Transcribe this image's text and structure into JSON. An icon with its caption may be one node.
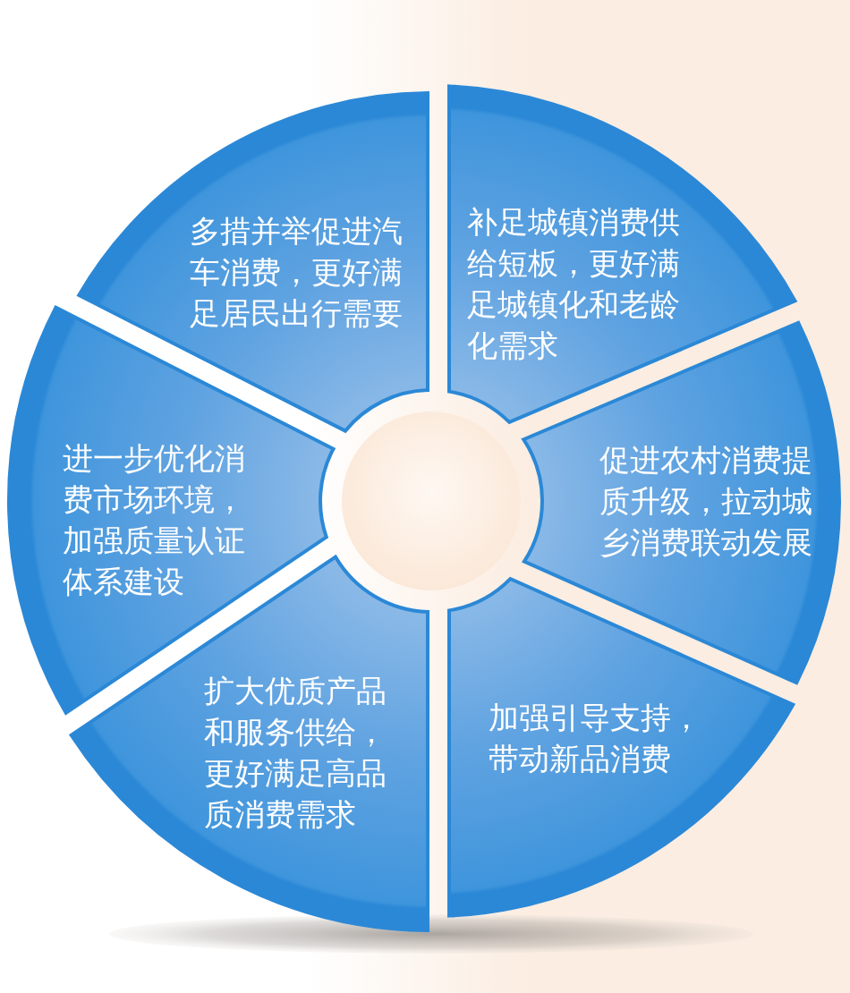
{
  "diagram": {
    "nodes": [
      {
        "text": [
          "多措并举促进汽车消费，更好满足居民出行需要"
        ]
      },
      {
        "text": [
          "补足城镇消费供给短板，更好满足城镇化和老龄化需求"
        ]
      },
      {
        "text": [
          "促进农村消费提质升级，拉动城乡消费联动发展"
        ]
      },
      {
        "text": [
          "加强引导支持，带动新品消费"
        ]
      },
      {
        "text": [
          "扩大优质产品和服务供给，更好满足高品质消费需求"
        ]
      },
      {
        "text": [
          "进一步优化消费市场环境，加强质量认证体系建设"
        ]
      },
      {
        "text": [],
        "shape": "circle"
      }
    ]
  }
}
